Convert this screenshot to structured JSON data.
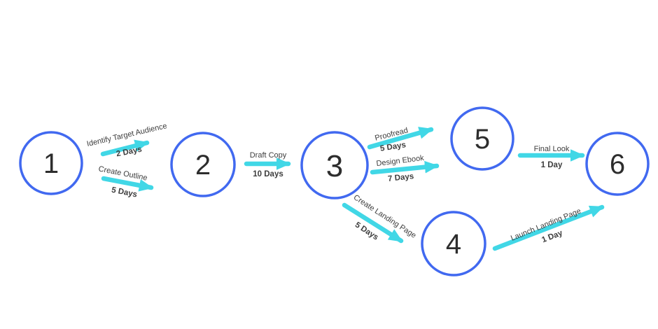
{
  "diagram": {
    "type": "network-pert-diagram",
    "nodes": [
      {
        "id": "1",
        "label": "1"
      },
      {
        "id": "2",
        "label": "2"
      },
      {
        "id": "3",
        "label": "3"
      },
      {
        "id": "4",
        "label": "4"
      },
      {
        "id": "5",
        "label": "5"
      },
      {
        "id": "6",
        "label": "6"
      }
    ],
    "edges": [
      {
        "from": "1",
        "to": "2",
        "label": "Identify Target Audience",
        "duration": "2 Days"
      },
      {
        "from": "1",
        "to": "2",
        "label": "Create Outline",
        "duration": "5 Days"
      },
      {
        "from": "2",
        "to": "3",
        "label": "Draft Copy",
        "duration": "10 Days"
      },
      {
        "from": "3",
        "to": "5",
        "label": "Proofread",
        "duration": "5 Days"
      },
      {
        "from": "3",
        "to": "5",
        "label": "Design Ebook",
        "duration": "7 Days"
      },
      {
        "from": "3",
        "to": "4",
        "label": "Create Landing Page",
        "duration": "5 Days"
      },
      {
        "from": "5",
        "to": "6",
        "label": "Final Look",
        "duration": "1 Day"
      },
      {
        "from": "4",
        "to": "6",
        "label": "Launch Landing Page",
        "duration": "1 Day"
      }
    ]
  },
  "colors": {
    "node_stroke": "#4169f0",
    "node_fill": "#ffffff",
    "number_color": "#2d2d2d",
    "arrow_color": "#41d7e6",
    "label_color": "#3d3d3d",
    "background": "#ffffff"
  }
}
